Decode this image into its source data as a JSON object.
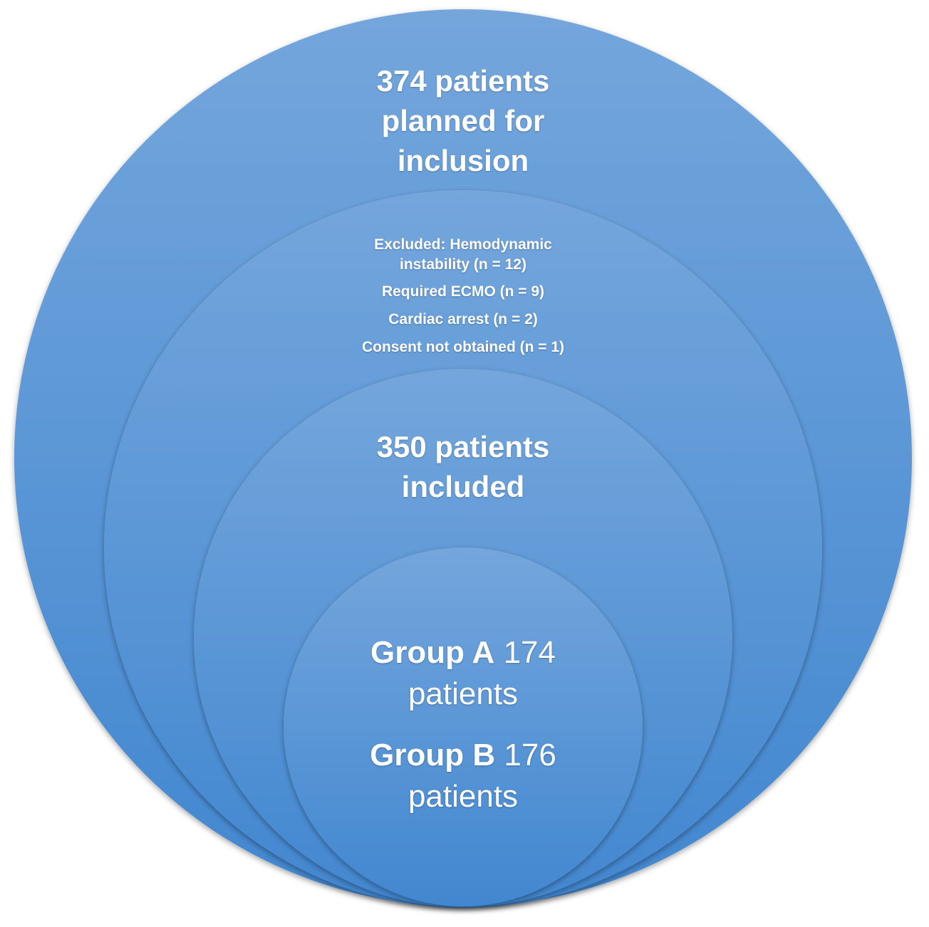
{
  "circles": [
    {
      "title": "374 patients planned for inclusion"
    },
    {
      "exclusions": [
        "Excluded: Hemodynamic instability (n = 12)",
        "Required ECMO (n = 9)",
        "Cardiac arrest (n = 2)",
        "Consent not obtained (n = 1)"
      ]
    },
    {
      "title": "350 patients included"
    },
    {
      "groups": [
        {
          "name": "Group A",
          "count_text": "174 patients"
        },
        {
          "name": "Group B",
          "count_text": "176 patients"
        }
      ]
    }
  ],
  "colors": {
    "circle_top": "#74a6dc",
    "circle_bottom": "#4287d0",
    "text": "#ffffff"
  }
}
